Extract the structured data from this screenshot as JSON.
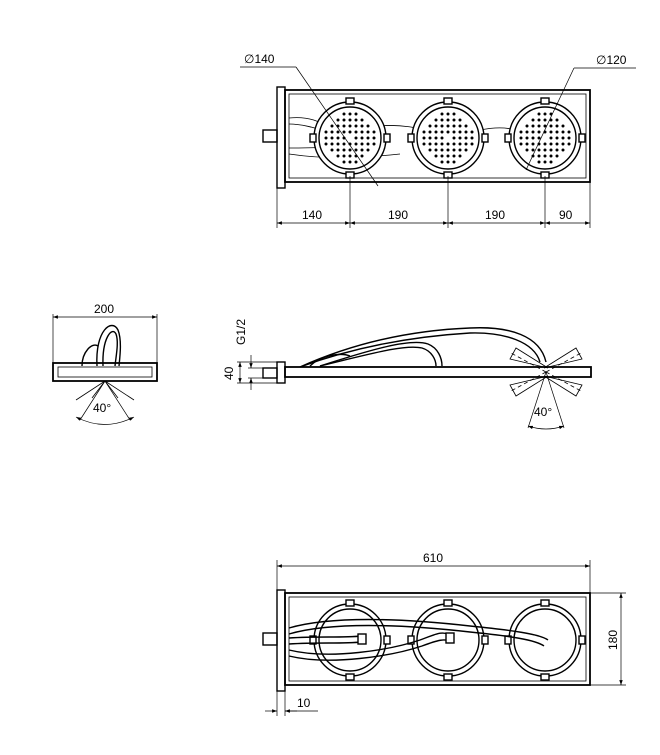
{
  "top_view": {
    "dia_outer": "140",
    "dia_inner": "120",
    "dims": [
      "140",
      "190",
      "190",
      "90"
    ]
  },
  "front_view": {
    "width": "200",
    "angle": "40°"
  },
  "side_view": {
    "thread": "G1/2",
    "height": "40",
    "angle": "40°"
  },
  "bottom_view": {
    "length": "610",
    "height": "180",
    "offset": "10"
  }
}
